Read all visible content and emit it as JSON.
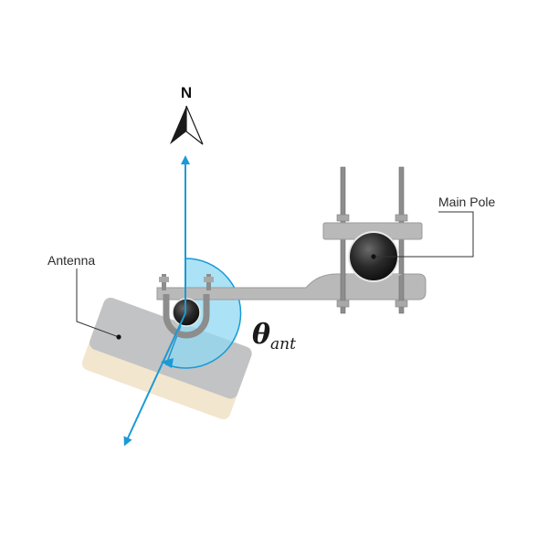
{
  "compass": {
    "north_label": "N"
  },
  "labels": {
    "main_pole": "Main Pole",
    "antenna": "Antenna"
  },
  "angle": {
    "symbol": "θ",
    "subscript": "ant"
  },
  "colors": {
    "azimuth_arrow": "#1a9ad6",
    "angle_fill": "#8fd8f2",
    "bracket": "#b9b9b9",
    "pole": "#1e1e1e",
    "antenna_body": "#c2c3c4",
    "antenna_base": "#f3e6cf"
  }
}
